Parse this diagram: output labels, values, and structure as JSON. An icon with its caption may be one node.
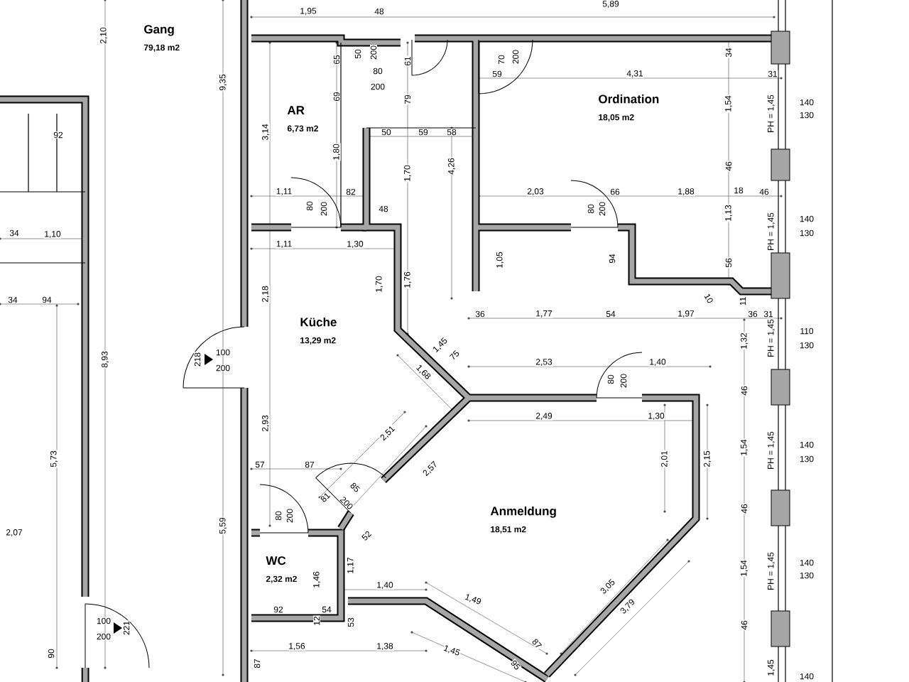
{
  "diagram": {
    "nodes": [
      {
        "text": [
          "Gang",
          "79,18 m2"
        ]
      },
      {
        "text": [
          "AR",
          "6,73 m2"
        ]
      },
      {
        "text": [
          "Küche",
          "13,29 m2"
        ]
      },
      {
        "text": [
          "WC",
          "2,32 m2"
        ]
      },
      {
        "text": [
          "Ordination",
          "18,05 m2"
        ]
      },
      {
        "text": [
          "Anmeldung",
          "18,51 m2"
        ]
      }
    ],
    "edges": [],
    "labels": [
      "2,10",
      "1,95",
      "48",
      "5,89",
      "65",
      "50",
      "200",
      "61",
      "70",
      "200",
      "34",
      "80",
      "200",
      "9,35",
      "59",
      "4,31",
      "31",
      "69",
      "79",
      "1,54",
      "PH = 1,45",
      "140",
      "130",
      "50",
      "59",
      "58",
      "3,14",
      "92",
      "1,80",
      "4,26",
      "46",
      "1,70",
      "1,11",
      "82",
      "2,03",
      "66",
      "1,88",
      "18",
      "46",
      "80",
      "200",
      "48",
      "80",
      "200",
      "1,13",
      "34",
      "1,10",
      "PH = 1,45",
      "140",
      "130",
      "1,11",
      "1,30",
      "1,05",
      "94",
      "56",
      "1,70",
      "1,76",
      "2,18",
      "34",
      "94",
      "10",
      "11",
      "36",
      "1,77",
      "54",
      "1,97",
      "36",
      "31",
      "110",
      "8,93",
      "218",
      "100",
      "1,45",
      "75",
      "2,53",
      "1,40",
      "1,32",
      "PH = 1,45",
      "130",
      "200",
      "1,68",
      "80",
      "200",
      "46",
      "5,73",
      "57",
      "2,93",
      "87",
      "2,51",
      "2,57",
      "2,49",
      "1,30",
      "2,01",
      "2,15",
      "1,54",
      "PH = 1,45",
      "140",
      "130",
      "2,07",
      "5,59",
      "80",
      "200",
      "81",
      "200",
      "85",
      "52",
      "46",
      "90",
      "100",
      "200",
      "221",
      "87",
      "92",
      "1,56",
      "1,46",
      "12",
      "54",
      "1,17",
      "53",
      "1,40",
      "1,38",
      "1,45",
      "1,49",
      "95",
      "87",
      "3,05",
      "3,79",
      "1,54",
      "46",
      "PH = 1,45",
      "1,45",
      "140",
      "130",
      "140"
    ]
  }
}
